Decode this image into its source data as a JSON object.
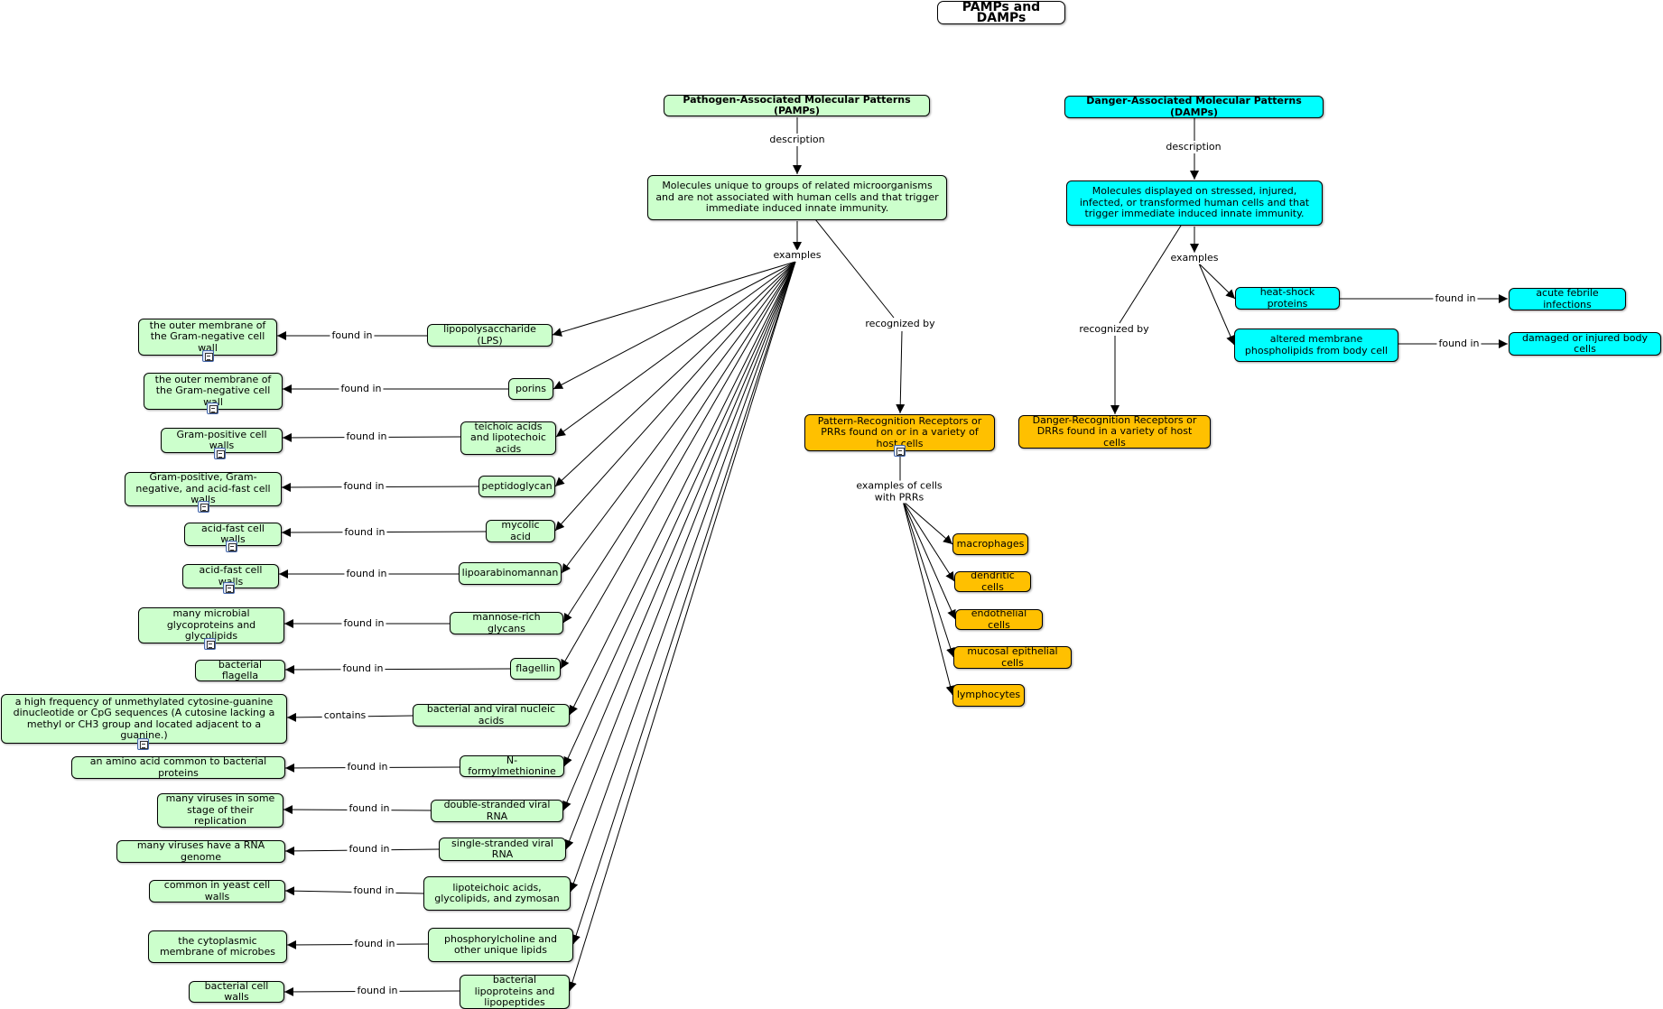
{
  "title": "PAMPs and DAMPs",
  "palette": {
    "pamp": "#ccffcc",
    "damp": "#00ffff",
    "receptor": "#ffc000"
  },
  "pamps": {
    "heading": "Pathogen-Associated Molecular Patterns (PAMPs)",
    "description_link": "description",
    "description": "Molecules unique to groups of related microorganisms and are not associated with human cells and that trigger immediate induced innate immunity.",
    "examples_link": "examples",
    "recognized_link": "recognized by",
    "receptor": "Pattern-Recognition Receptors or PRRs found on or in a variety of host cells",
    "cells_link": "examples of cells with PRRs",
    "cells": [
      "macrophages",
      "dendritic cells",
      "endothelial cells",
      "mucosal epithelial cells",
      "lymphocytes"
    ],
    "examples": [
      {
        "name": "lipopolysaccharide (LPS)",
        "link": "found in",
        "location": "the outer membrane of the Gram-negative cell wall",
        "doc": true
      },
      {
        "name": "porins",
        "link": "found in",
        "location": "the outer membrane of the Gram-negative cell wall",
        "doc": true
      },
      {
        "name": "teichoic acids and lipotechoic acids",
        "link": "found in",
        "location": "Gram-positive cell walls",
        "doc": true
      },
      {
        "name": "peptidoglycan",
        "link": "found in",
        "location": "Gram-positive, Gram-negative, and acid-fast cell walls",
        "doc": true
      },
      {
        "name": "mycolic acid",
        "link": "found in",
        "location": "acid-fast cell walls",
        "doc": true
      },
      {
        "name": "lipoarabinomannan",
        "link": "found in",
        "location": "acid-fast cell walls",
        "doc": true
      },
      {
        "name": "mannose-rich glycans",
        "link": "found in",
        "location": "many microbial glycoproteins and glycolipids",
        "doc": true
      },
      {
        "name": "flagellin",
        "link": "found in",
        "location": "bacterial flagella",
        "doc": false
      },
      {
        "name": "bacterial and viral nucleic acids",
        "link": "contains",
        "location": "a high frequency of unmethylated cytosine-guanine dinucleotide or CpG sequences (A cutosine lacking a methyl or CH3 group and located adjacent to a guanine.)",
        "doc": true
      },
      {
        "name": "N-formylmethionine",
        "link": "found in",
        "location": "an amino acid common to bacterial proteins",
        "doc": false
      },
      {
        "name": "double-stranded viral RNA",
        "link": "found in",
        "location": "many viruses in some stage of their replication",
        "doc": false
      },
      {
        "name": "single-stranded viral RNA",
        "link": "found in",
        "location": "many viruses have a RNA genome",
        "doc": false
      },
      {
        "name": "lipoteichoic acids, glycolipids, and zymosan",
        "link": "found in",
        "location": "common in yeast cell walls",
        "doc": false
      },
      {
        "name": "phosphorylcholine and other unique lipids",
        "link": "found in",
        "location": "the cytoplasmic membrane of microbes",
        "doc": false
      },
      {
        "name": "bacterial lipoproteins and lipopeptides",
        "link": "found in",
        "location": "bacterial cell walls",
        "doc": false
      }
    ]
  },
  "damps": {
    "heading": "Danger-Associated Molecular Patterns (DAMPs)",
    "description_link": "description",
    "description": "Molecules displayed on stressed, injured, infected, or transformed human cells and that trigger immediate induced innate immunity.",
    "examples_link": "examples",
    "recognized_link": "recognized by",
    "receptor": "Danger-Recognition Receptors or DRRs found in a variety of host cells",
    "examples": [
      {
        "name": "heat-shock proteins",
        "link": "found in",
        "location": "acute febrile infections"
      },
      {
        "name": "altered membrane phospholipids from body cell",
        "link": "found in",
        "location": "damaged or injured body cells"
      }
    ]
  }
}
